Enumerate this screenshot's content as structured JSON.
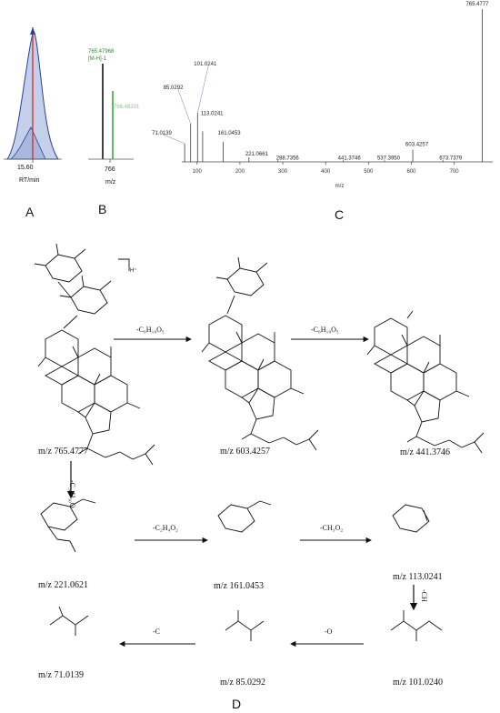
{
  "panels": {
    "a": "A",
    "b": "B",
    "c": "C",
    "d": "D"
  },
  "panelA": {
    "tick": "15.60",
    "xlabel": "RT/min"
  },
  "panelB": {
    "mz": "765.47968",
    "ion": "[M-H]-1",
    "mz2": "766.48201",
    "tick": "766",
    "xlabel": "m/z"
  },
  "chart_data": {
    "type": "bar",
    "xlabel": "m/z",
    "xticks": [
      "100",
      "200",
      "300",
      "400",
      "500",
      "600",
      "700"
    ],
    "xlim": [
      75,
      790
    ],
    "peaks": [
      {
        "x": 71.0139,
        "y": 0.12,
        "label": "71.0139"
      },
      {
        "x": 85.0292,
        "y": 0.25,
        "label": "85.0292"
      },
      {
        "x": 101.0241,
        "y": 0.32,
        "label": "101.0241"
      },
      {
        "x": 113.0241,
        "y": 0.2,
        "label": "113.0241"
      },
      {
        "x": 161.0453,
        "y": 0.13,
        "label": "161.0453"
      },
      {
        "x": 221.0661,
        "y": 0.03,
        "label": "221.0661"
      },
      {
        "x": 288.7356,
        "y": 0.01,
        "label": "288.7356"
      },
      {
        "x": 441.3746,
        "y": 0.01,
        "label": "441.3746"
      },
      {
        "x": 537.395,
        "y": 0.01,
        "label": "537.3950"
      },
      {
        "x": 603.4257,
        "y": 0.08,
        "label": "603.4257"
      },
      {
        "x": 673.7379,
        "y": 0.01,
        "label": "673.7379"
      },
      {
        "x": 765.4777,
        "y": 1.0,
        "label": "765.4777"
      }
    ]
  },
  "scheme": {
    "charge": "-H⁺",
    "m765": "m/z 765.4777",
    "m603": "m/z 603.4257",
    "m441": "m/z 441.3746",
    "m221": "m/z 221.0621",
    "m161": "m/z 161.0453",
    "m113": "m/z 113.0241",
    "m101": "m/z 101.0240",
    "m85": "m/z 85.0292",
    "m71": "m/z 71.0139",
    "loss1": "-C₆H₁₀O₅",
    "loss2": "-C₆H₁₀O₅",
    "loss3": "-C₃₀H₅₀O",
    "loss4": "-C₂H₄O₂",
    "loss5": "-CH₃O₂",
    "loss6": "-CH",
    "loss7": "-O",
    "loss8": "-C"
  }
}
